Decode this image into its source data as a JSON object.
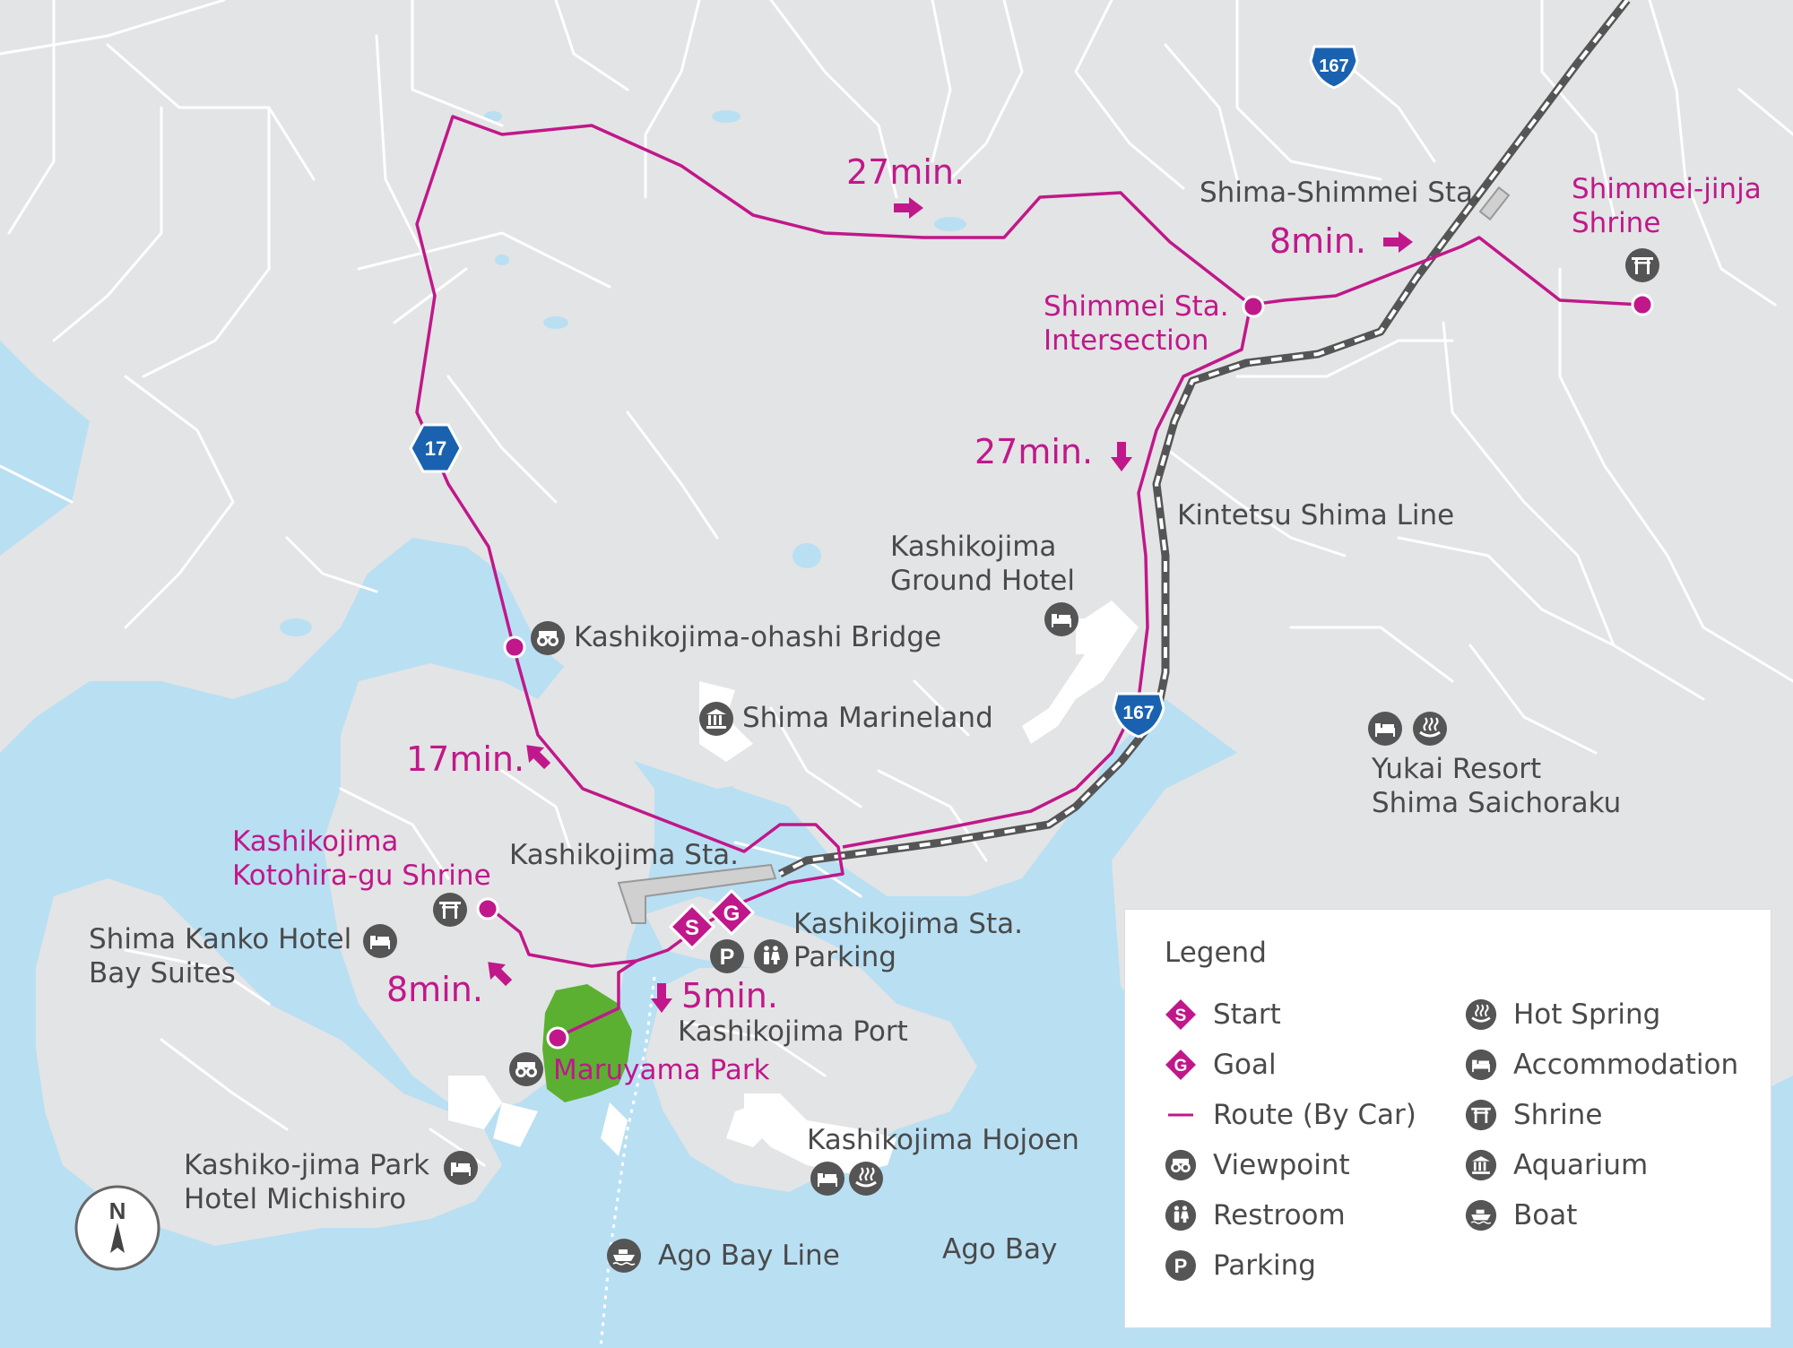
{
  "route": {
    "times": {
      "to_shimmei_1": "27min.",
      "to_shrine": "8min.",
      "to_kashikojima": "27min.",
      "bridge_leg": "17min.",
      "kotohira_leg": "8min.",
      "maruyama_leg": "5min."
    }
  },
  "route_badges": {
    "r167_north": "167",
    "r17": "17",
    "r167_south": "167"
  },
  "markers": {
    "start": "S",
    "goal": "G"
  },
  "places": {
    "shima_shimmei_sta": "Shima-Shimmei Sta.",
    "shimmei_jinja_1": "Shimmei-jinja",
    "shimmei_jinja_2": "Shrine",
    "shimmei_int_1": "Shimmei Sta.",
    "shimmei_int_2": "Intersection",
    "kintetsu_line": "Kintetsu Shima Line",
    "ground_hotel_1": "Kashikojima",
    "ground_hotel_2": "Ground Hotel",
    "ohashi_bridge": "Kashikojima-ohashi Bridge",
    "marineland": "Shima Marineland",
    "yukai_1": "Yukai Resort",
    "yukai_2": "Shima Saichoraku",
    "kashikojima_sta": "Kashikojima Sta.",
    "kotohira_1": "Kashikojima",
    "kotohira_2": "Kotohira-gu Shrine",
    "kanko_1": "Shima Kanko Hotel",
    "kanko_2": "Bay Suites",
    "sta_parking_1": "Kashikojima Sta.",
    "sta_parking_2": "Parking",
    "port": "Kashikojima Port",
    "maruyama": "Maruyama Park",
    "hojoen": "Kashikojima Hojoen",
    "michishiro_1": "Kashiko-jima Park",
    "michishiro_2": "Hotel Michishiro",
    "ago_bay_line": "Ago Bay Line",
    "ago_bay": "Ago Bay"
  },
  "compass": "N",
  "legend": {
    "title": "Legend",
    "items": [
      {
        "icon": "start-marker",
        "label": "Start",
        "letter": "S"
      },
      {
        "icon": "goal-marker",
        "label": "Goal",
        "letter": "G"
      },
      {
        "icon": "route-line",
        "label": "Route (By Car)"
      },
      {
        "icon": "viewpoint-icon",
        "label": "Viewpoint"
      },
      {
        "icon": "restroom-icon",
        "label": "Restroom"
      },
      {
        "icon": "parking-icon",
        "label": "Parking",
        "letter": "P"
      },
      {
        "icon": "hot-spring-icon",
        "label": "Hot Spring"
      },
      {
        "icon": "accommodation-icon",
        "label": "Accommodation"
      },
      {
        "icon": "shrine-icon",
        "label": "Shrine"
      },
      {
        "icon": "aquarium-icon",
        "label": "Aquarium"
      },
      {
        "icon": "boat-icon",
        "label": "Boat"
      }
    ]
  },
  "colors": {
    "water": "#b9dff3",
    "land": "#e3e4e5",
    "route": "#c0188a",
    "park": "#5bb031",
    "badge": "#1a62b0",
    "icon": "#555555"
  }
}
